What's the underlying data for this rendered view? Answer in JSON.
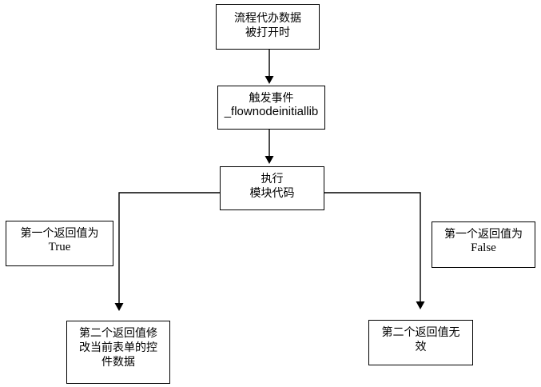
{
  "diagram": {
    "type": "flowchart",
    "colors": {
      "background": "#ffffff",
      "box_fill": "#ffffff",
      "box_border": "#000000",
      "line": "#000000",
      "text": "#000000"
    },
    "nodes": {
      "open": {
        "lines": [
          "流程代办数据",
          "被打开时"
        ]
      },
      "trigger": {
        "lines": [
          "触发事件",
          "_flownodeinitiallib"
        ]
      },
      "execute": {
        "lines": [
          "执行",
          "模块代码"
        ]
      },
      "true_label": {
        "lines": [
          "第一个返回值为",
          "True"
        ]
      },
      "false_label": {
        "lines": [
          "第一个返回值为",
          "False"
        ]
      },
      "modify": {
        "lines": [
          "第二个返回值修",
          "改当前表单的控",
          "件数据"
        ]
      },
      "invalid": {
        "lines": [
          "第二个返回值无",
          "效"
        ]
      }
    },
    "edges": [
      {
        "from": "open",
        "to": "trigger",
        "arrow": true
      },
      {
        "from": "trigger",
        "to": "execute",
        "arrow": true
      },
      {
        "from": "execute",
        "to": "modify",
        "arrow": true,
        "condition_label": "true_label"
      },
      {
        "from": "execute",
        "to": "invalid",
        "arrow": true,
        "condition_label": "false_label"
      }
    ]
  }
}
